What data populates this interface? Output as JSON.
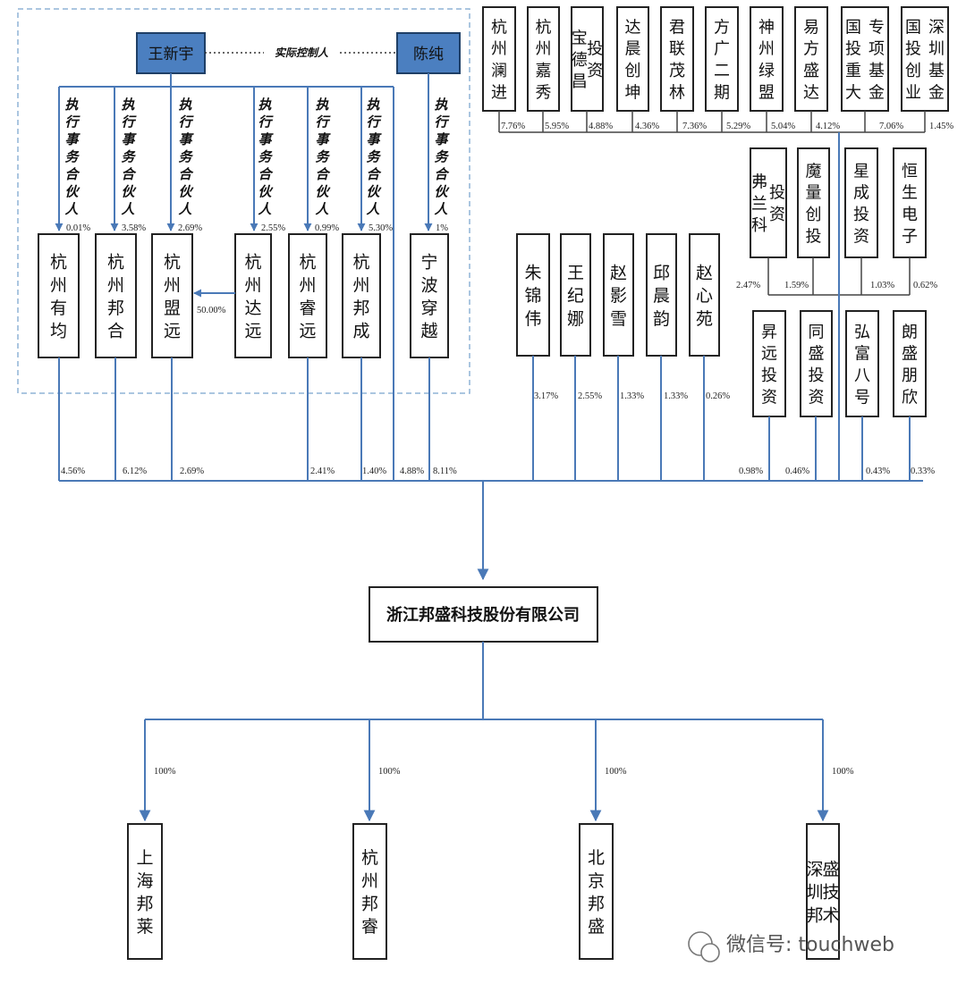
{
  "controllers": {
    "left": "王新宇",
    "right": "陈纯",
    "relation": "实际控制人"
  },
  "partner_role": "执行事务合伙人",
  "platforms": [
    {
      "name": "杭州有均",
      "gp_share": "0.01%",
      "stake": "4.56%"
    },
    {
      "name": "杭州邦合",
      "gp_share": "3.58%",
      "stake": "6.12%"
    },
    {
      "name": "杭州盟远",
      "gp_share": "2.69%",
      "stake": "2.69%"
    },
    {
      "name": "杭州达远",
      "gp_share": "2.55%",
      "stake": ""
    },
    {
      "name": "杭州睿远",
      "gp_share": "0.99%",
      "stake": "2.41%"
    },
    {
      "name": "杭州邦成",
      "gp_share": "5.30%",
      "stake": "1.40%"
    },
    {
      "name": "宁波穿越",
      "gp_share": "1%",
      "stake": "8.11%"
    }
  ],
  "daiyuan_to_mengyuan": "50.00%",
  "wang_direct_stake": "4.88%",
  "individuals": [
    {
      "name": "朱锦伟",
      "stake": "3.17%"
    },
    {
      "name": "王纪娜",
      "stake": "2.55%"
    },
    {
      "name": "赵影雪",
      "stake": "1.33%"
    },
    {
      "name": "邱晨韵",
      "stake": "1.33%"
    },
    {
      "name": "赵心苑",
      "stake": "0.26%"
    }
  ],
  "top_investors": [
    {
      "name": "杭州澜进",
      "stake": "7.76%"
    },
    {
      "name": "杭州嘉秀",
      "stake": "5.95%"
    },
    {
      "name": "宝德昌投资",
      "stake": "4.88%"
    },
    {
      "name": "达晨创坤",
      "stake": "4.36%"
    },
    {
      "name": "君联茂林",
      "stake": "7.36%"
    },
    {
      "name": "方广二期",
      "stake": "5.29%"
    },
    {
      "name": "神州绿盟",
      "stake": "5.04%"
    },
    {
      "name": "易方盛达",
      "stake": "4.12%"
    },
    {
      "name": "国投重大专项基金",
      "stake": "7.06%"
    },
    {
      "name": "国投创业深圳基金",
      "stake": "1.45%"
    }
  ],
  "mid_investors": [
    {
      "name": "弗兰科投资",
      "stake": "2.47%"
    },
    {
      "name": "魔量创投",
      "stake": "1.59%"
    },
    {
      "name": "星成投资",
      "stake": "1.03%"
    },
    {
      "name": "恒生电子",
      "stake": "0.62%"
    }
  ],
  "low_investors": [
    {
      "name": "昇远投资",
      "stake": "0.98%"
    },
    {
      "name": "同盛投资",
      "stake": "0.46%"
    },
    {
      "name": "弘富八号",
      "stake": "0.43%"
    },
    {
      "name": "朗盛朋欣",
      "stake": "0.33%"
    }
  ],
  "company": "浙江邦盛科技股份有限公司",
  "subsidiaries": [
    {
      "name": "上海邦莱",
      "stake": "100%"
    },
    {
      "name": "杭州邦睿",
      "stake": "100%"
    },
    {
      "name": "北京邦盛",
      "stake": "100%"
    },
    {
      "name": "深圳邦盛技术",
      "stake": "100%"
    }
  ],
  "watermark": "微信号: touchweb",
  "colors": {
    "line": "#4a79b7",
    "controller_box": "#4b7fc0",
    "dashed_border": "#8fb3d6"
  }
}
